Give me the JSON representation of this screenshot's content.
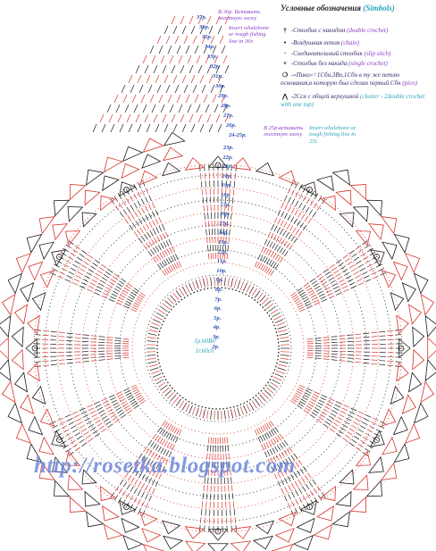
{
  "legend": {
    "title_ru": "Условные обозначения",
    "title_en": "(Simbols)",
    "items": [
      {
        "symbol": "dc",
        "ru": "-Столбик с накидом",
        "en": "(double crochet)"
      },
      {
        "symbol": "ch",
        "ru": "-Воздушная петля",
        "en": "(chain)"
      },
      {
        "symbol": "slst",
        "ru": "-Соединительный столбик",
        "en": "(slip stich)"
      },
      {
        "symbol": "sc",
        "ru": "-Столбик без накида",
        "en": "(single crochet)"
      },
      {
        "symbol": "pico",
        "ru": "-«Пико»=1Сбн,3Вп,1Сбн в ту же петлю основания,в которую был сделан первый Сбн",
        "en": "(pico)"
      },
      {
        "symbol": "cluster",
        "ru": "-2Ссн с общей верхушкой",
        "en": "(cluster - 2double crochet with one top)"
      }
    ]
  },
  "notes": {
    "round36_ru": "В 36р. Вставить жесткую леску",
    "round36_en": "Insert whalebone or tough fishing line in 36r.",
    "round25_ru": "В 25р.вставить жесткую леску",
    "round25_en": "Insert whalebone or tough fishing line in 25r."
  },
  "round_labels": [
    "37р.",
    "36р.",
    "35р.",
    "34р.",
    "33р.",
    "32р.",
    "31р.",
    "30р.",
    "29р.",
    "28р.",
    "27р.",
    "26р.",
    "24-25р.",
    "23р.",
    "22р.",
    "21р.",
    "20р.",
    "19р.",
    "18р.",
    "17р.",
    "16р.",
    "15р.",
    "14р.",
    "13р.",
    "12р.",
    "11р.",
    "10р.",
    "9р.",
    "8р.",
    "7р.",
    "6р.",
    "5р.",
    "4р.",
    "3р.",
    "2р."
  ],
  "center": {
    "ru": "1р.60Вп",
    "en": "1r.60ch"
  },
  "watermark": "http://rosetka.blogspot.com",
  "colors": {
    "red": "#d8332a",
    "black": "#1a1a1a",
    "blue": "#2a4fb0",
    "teal": "#2aa6b8",
    "purple": "#8a3cc8"
  },
  "icons": [
    "dc-symbol",
    "chain-symbol",
    "slip-stitch-symbol",
    "single-crochet-symbol",
    "pico-symbol",
    "cluster-symbol"
  ]
}
